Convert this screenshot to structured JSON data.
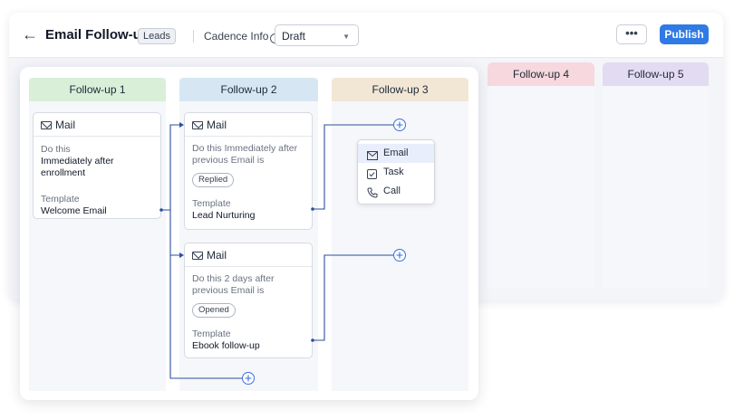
{
  "header": {
    "title": "Email Follow-up",
    "badge": "Leads",
    "cadence_label": "Cadence Info",
    "cadence_info_icon": "i",
    "status_select": "Draft",
    "more_label": "•••",
    "publish_label": "Publish"
  },
  "columns": [
    {
      "title": "Follow-up 1",
      "color": "#d9efd8"
    },
    {
      "title": "Follow-up 2",
      "color": "#d6e7f3"
    },
    {
      "title": "Follow-up 3",
      "color": "#f2e6d5"
    },
    {
      "title": "Follow-up 4",
      "color": "#f6d8de"
    },
    {
      "title": "Follow-up 5",
      "color": "#e3dbf1"
    }
  ],
  "cards": [
    {
      "type": "Mail",
      "do_label": "Do this",
      "do_value": "Immediately after enrollment",
      "template_label": "Template",
      "template_value": "Welcome Email"
    },
    {
      "type": "Mail",
      "do_text": "Do this Immediately after previous Email is",
      "chip": "Replied",
      "template_label": "Template",
      "template_value": "Lead Nurturing"
    },
    {
      "type": "Mail",
      "do_text": "Do this 2 days after previous Email is",
      "chip": "Opened",
      "template_label": "Template",
      "template_value": "Ebook follow-up"
    }
  ],
  "add_menu": [
    {
      "label": "Email",
      "icon": "mail-icon"
    },
    {
      "label": "Task",
      "icon": "task-checkbox-icon"
    },
    {
      "label": "Call",
      "icon": "phone-icon"
    }
  ],
  "icons": {
    "back": "arrow-left-icon",
    "add": "plus-circle-icon"
  },
  "colors": {
    "accent": "#2f7ae5",
    "connector": "#2b4f9e"
  }
}
